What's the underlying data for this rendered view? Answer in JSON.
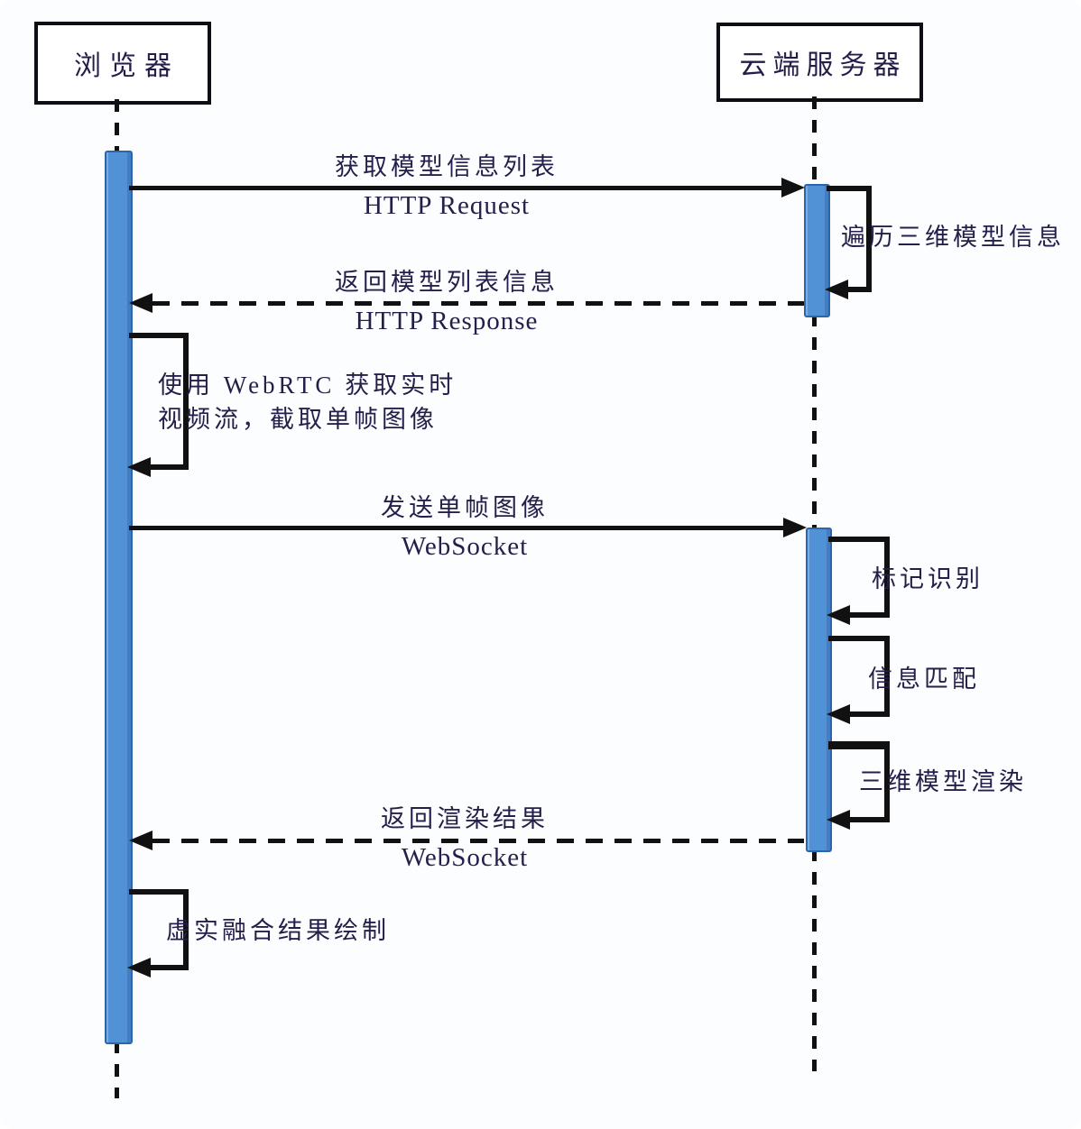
{
  "diagram_type": "uml-sequence",
  "actors": {
    "browser": "浏览器",
    "server": "云端服务器"
  },
  "messages": {
    "m1": {
      "zh": "获取模型信息列表",
      "en": "HTTP Request",
      "style": "solid",
      "direction": "browser-to-server"
    },
    "m2": {
      "zh": "返回模型列表信息",
      "en": "HTTP Response",
      "style": "dashed",
      "direction": "server-to-browser"
    },
    "m3": {
      "zh": "发送单帧图像",
      "en": "WebSocket",
      "style": "solid",
      "direction": "browser-to-server"
    },
    "m4": {
      "zh": "返回渲染结果",
      "en": "WebSocket",
      "style": "dashed",
      "direction": "server-to-browser"
    }
  },
  "self_messages": {
    "iterate": "遍历三维模型信息",
    "webrtc1": "使用 WebRTC 获取实时",
    "webrtc2": "视频流，截取单帧图像",
    "marker": "标记识别",
    "match": "信息匹配",
    "render": "三维模型渲染",
    "draw": "虚实融合结果绘制"
  },
  "colors": {
    "activation_fill": "#5191d6",
    "activation_border": "#2a66ad",
    "line": "#111111",
    "text": "#251e4a",
    "background": "#fbfdfe"
  }
}
